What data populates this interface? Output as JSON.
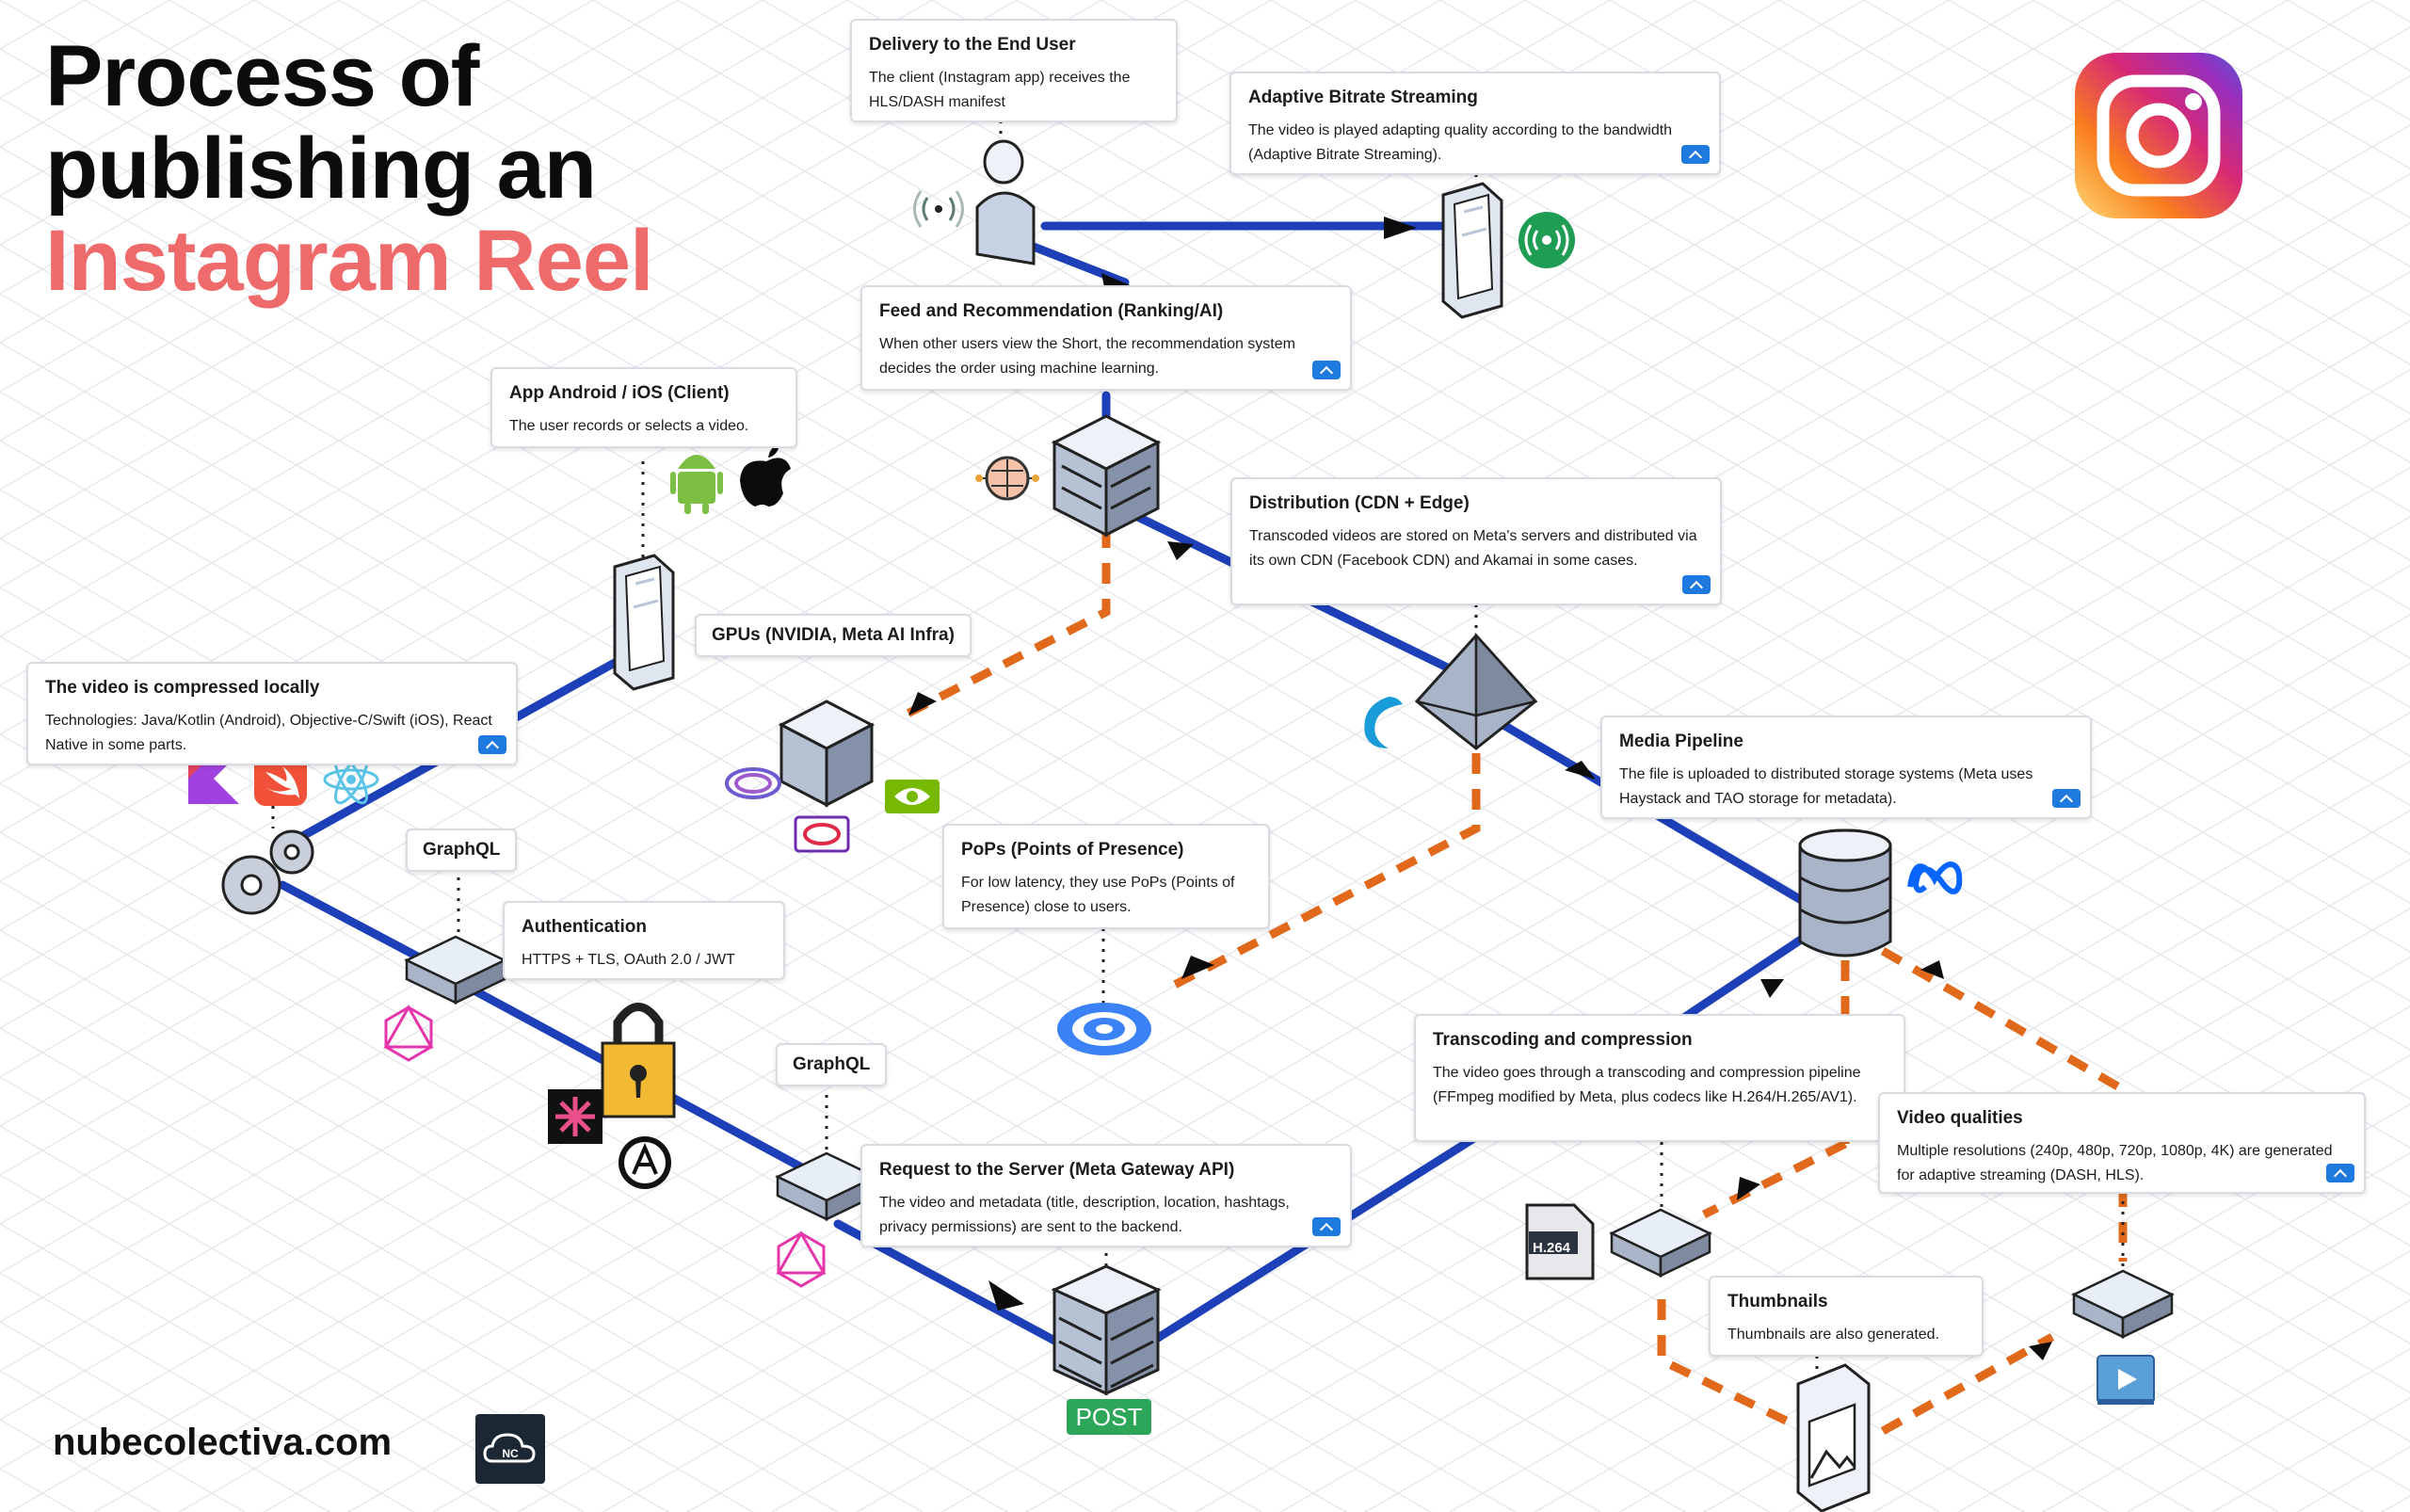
{
  "title": {
    "line1": "Process of",
    "line2": "publishing an",
    "line3": "Instagram Reel"
  },
  "footer": {
    "site": "nubecolectiva.com",
    "logo_text": "NC"
  },
  "colors": {
    "flow_blue": "#1d3fb8",
    "flow_orange": "#e0691b",
    "title_accent": "#ef6a6a",
    "expand_button": "#1f7ae0",
    "post_badge": "#2ea65a"
  },
  "cards": {
    "delivery": {
      "title": "Delivery to the End User",
      "body": "The client (Instagram app) receives the HLS/DASH manifest"
    },
    "abr": {
      "title": "Adaptive Bitrate Streaming",
      "body": "The video is played adapting quality according to the bandwidth (Adaptive Bitrate Streaming)."
    },
    "feed": {
      "title": "Feed and Recommendation (Ranking/AI)",
      "body": "When other users view the Short, the recommendation system decides the order using machine learning."
    },
    "client": {
      "title": "App Android / iOS (Client)",
      "body": "The user records or selects a video."
    },
    "cdn": {
      "title": "Distribution (CDN + Edge)",
      "body": "Transcoded videos are stored on Meta's servers and distributed via its own CDN (Facebook CDN) and Akamai in some cases."
    },
    "compress": {
      "title": "The video is compressed locally",
      "body": "Technologies: Java/Kotlin (Android), Objective-C/Swift (iOS), React Native in some parts."
    },
    "media": {
      "title": "Media Pipeline",
      "body": "The file is uploaded to distributed storage systems (Meta uses Haystack and TAO storage for metadata)."
    },
    "pops": {
      "title": "PoPs (Points of Presence)",
      "body": "For low latency, they use PoPs (Points of Presence) close to users."
    },
    "auth": {
      "title": "Authentication",
      "body": "HTTPS + TLS, OAuth 2.0 / JWT"
    },
    "transcode": {
      "title": "Transcoding and compression",
      "body": "The video goes through a transcoding and compression pipeline (FFmpeg modified by Meta, plus codecs like H.264/H.265/AV1)."
    },
    "qualities": {
      "title": "Video qualities",
      "body": "Multiple resolutions (240p, 480p, 720p, 1080p, 4K) are generated for adaptive streaming (DASH, HLS)."
    },
    "request": {
      "title": "Request to the Server (Meta Gateway API)",
      "body": "The video and metadata (title, description, location, hashtags, privacy permissions) are sent to the backend."
    },
    "thumbs": {
      "title": "Thumbnails",
      "body": "Thumbnails are also generated."
    }
  },
  "tags": {
    "gpus": "GPUs (NVIDIA, Meta AI Infra)",
    "graphql1": "GraphQL",
    "graphql2": "GraphQL"
  },
  "badges": {
    "post": "POST",
    "h264": "H.264"
  },
  "icons": [
    "instagram-logo",
    "android-icon",
    "apple-icon",
    "kotlin-icon",
    "swift-icon",
    "react-icon",
    "gears-icon",
    "graphql-icon",
    "padlock-icon",
    "auth-provider-icon",
    "jwt-icon",
    "smartphone-icon",
    "user-icon",
    "broadcast-icon",
    "server-icon",
    "cube-icon",
    "ai-brain-icon",
    "nvidia-icon",
    "diamond-edge-icon",
    "akamai-icon",
    "database-icon",
    "meta-icon",
    "pop-target-icon",
    "video-file-icon",
    "image-file-icon",
    "video-play-icon"
  ]
}
